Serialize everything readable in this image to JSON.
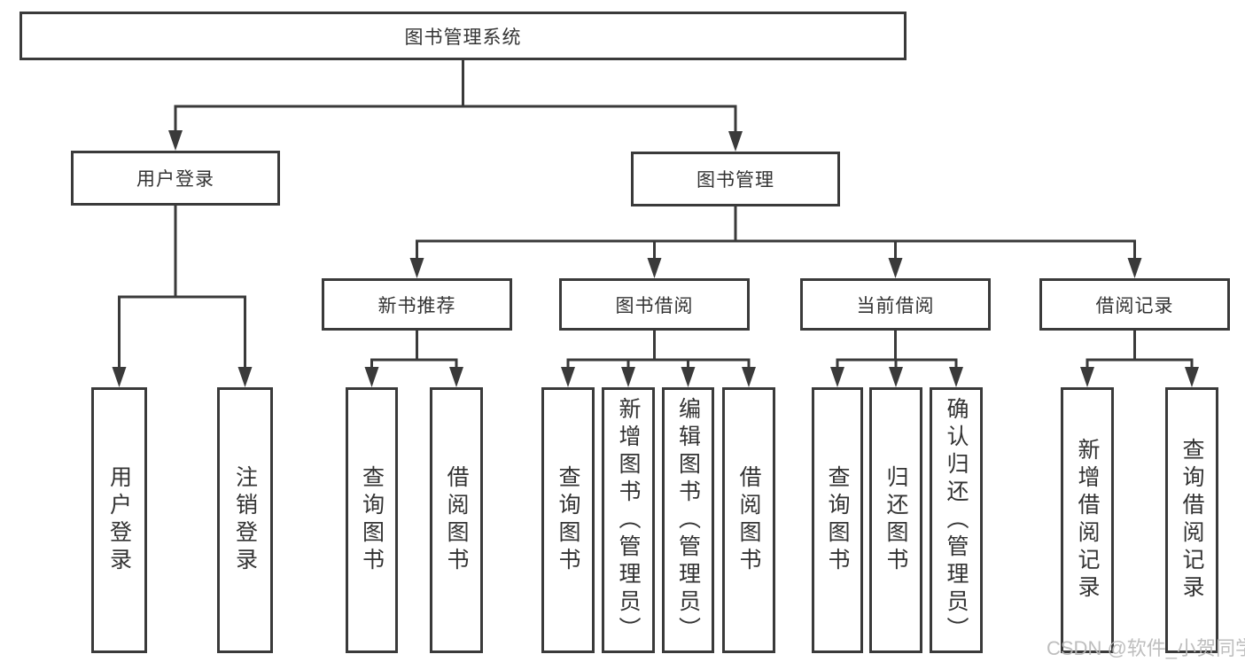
{
  "title": "图书管理系统",
  "watermark": "CSDN @软件_小贺同学",
  "colors": {
    "line": "#3a3a3a",
    "text": "#333333",
    "background": "#ffffff",
    "watermark": "#b9b9b9"
  },
  "nodes": {
    "root": {
      "label": "图书管理系统"
    },
    "user_login": {
      "label": "用户登录",
      "children": [
        "用户登录",
        "注销登录"
      ]
    },
    "book_management": {
      "label": "图书管理",
      "children_labels": [
        "新书推荐",
        "图书借阅",
        "当前借阅",
        "借阅记录"
      ]
    },
    "new_book": {
      "label": "新书推荐",
      "children": [
        "查询图书",
        "借阅图书"
      ]
    },
    "book_borrow": {
      "label": "图书借阅",
      "children": [
        "查询图书",
        "新增图书（管理员）",
        "编辑图书（管理员）",
        "借阅图书"
      ]
    },
    "current_borrow": {
      "label": "当前借阅",
      "children": [
        "查询图书",
        "归还图书",
        "确认归还（管理员）"
      ]
    },
    "borrow_records": {
      "label": "借阅记录",
      "children": [
        "新增借阅记录",
        "查询借阅记录"
      ]
    }
  }
}
